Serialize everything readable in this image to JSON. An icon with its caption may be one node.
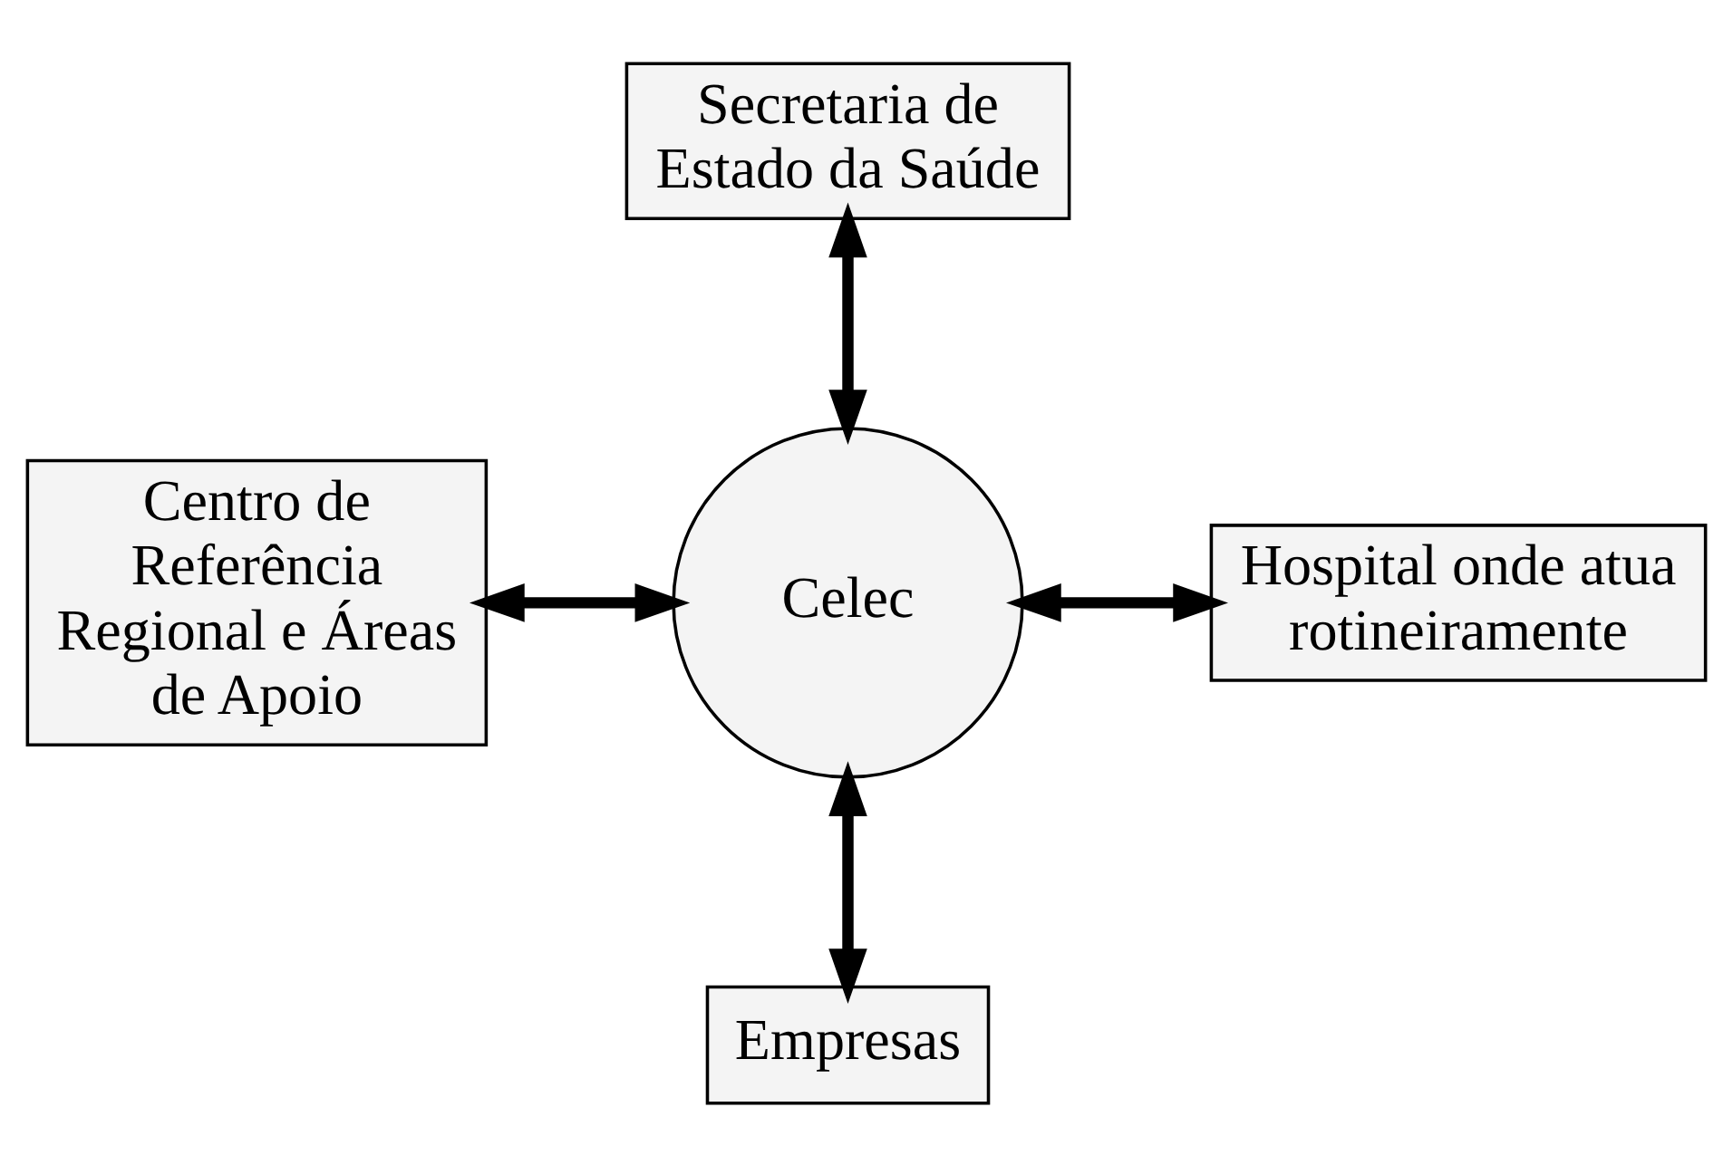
{
  "diagram": {
    "nodes": [
      {
        "text": [
          "Secretaria de Estado da Saúde"
        ]
      },
      {
        "text": [
          "Centro de Referência Regional e Áreas de Apoio"
        ]
      },
      {
        "text": [
          "Celec"
        ]
      },
      {
        "text": [
          "Hospital onde atua rotineiramente"
        ]
      },
      {
        "text": [
          "Empresas"
        ]
      }
    ],
    "edges": [
      {
        "from": 0,
        "to": 2,
        "arrow": "both"
      },
      {
        "from": 1,
        "to": 2,
        "arrow": "both"
      },
      {
        "from": 2,
        "to": 3,
        "arrow": "both"
      },
      {
        "from": 2,
        "to": 4,
        "arrow": "both"
      }
    ]
  }
}
